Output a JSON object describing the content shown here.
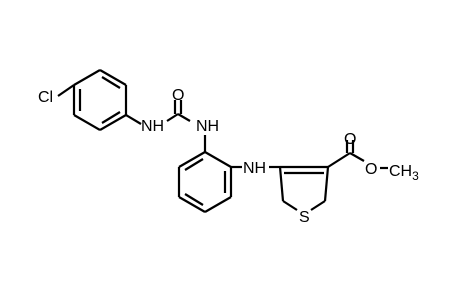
{
  "molecule": {
    "atom_labels": {
      "cl": "Cl",
      "nh_left": "NH",
      "carbonyl_o": "O",
      "nh_right": "NH",
      "nh_aniline": "NH",
      "sulfur": "S",
      "ester_carbonyl_o": "O",
      "ester_o": "O",
      "methyl": "CH",
      "methyl_subscript": "3"
    }
  }
}
